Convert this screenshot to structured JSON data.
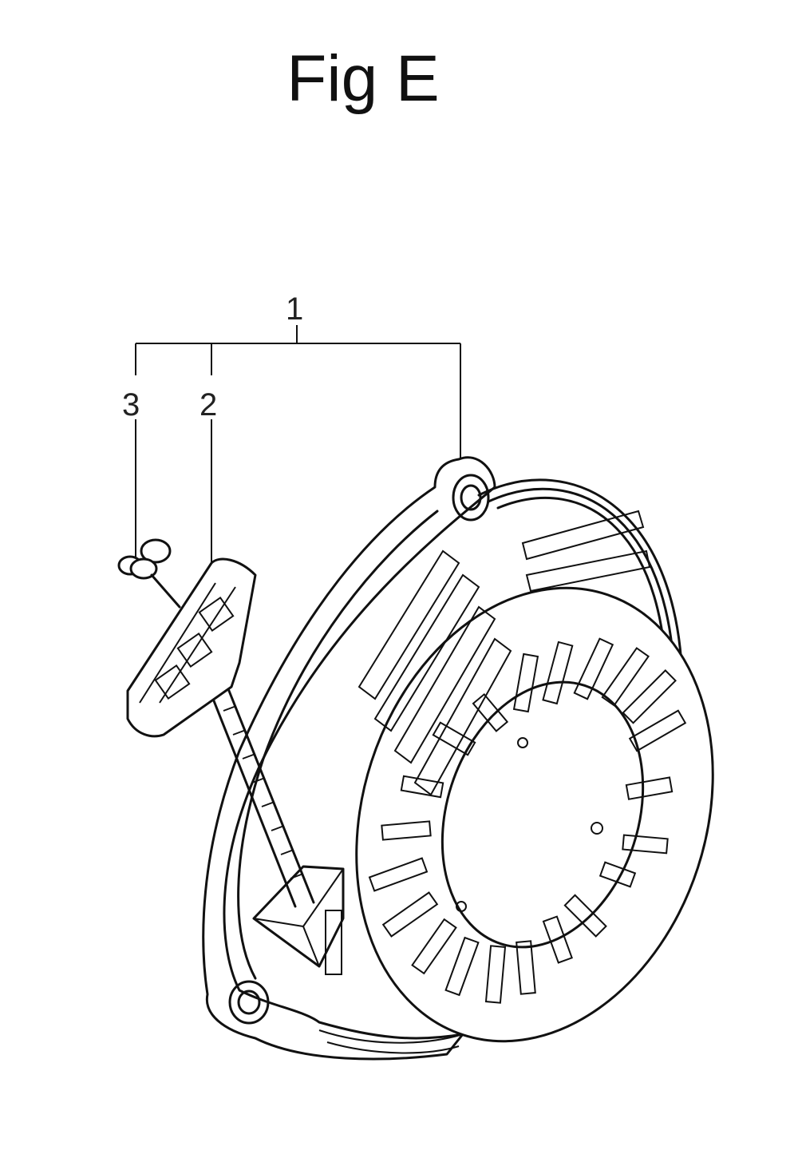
{
  "figure": {
    "title": "Fig E"
  },
  "callouts": {
    "assembly": "1",
    "handle": "2",
    "knot": "3"
  },
  "colors": {
    "ink": "#111111",
    "background": "#ffffff"
  }
}
